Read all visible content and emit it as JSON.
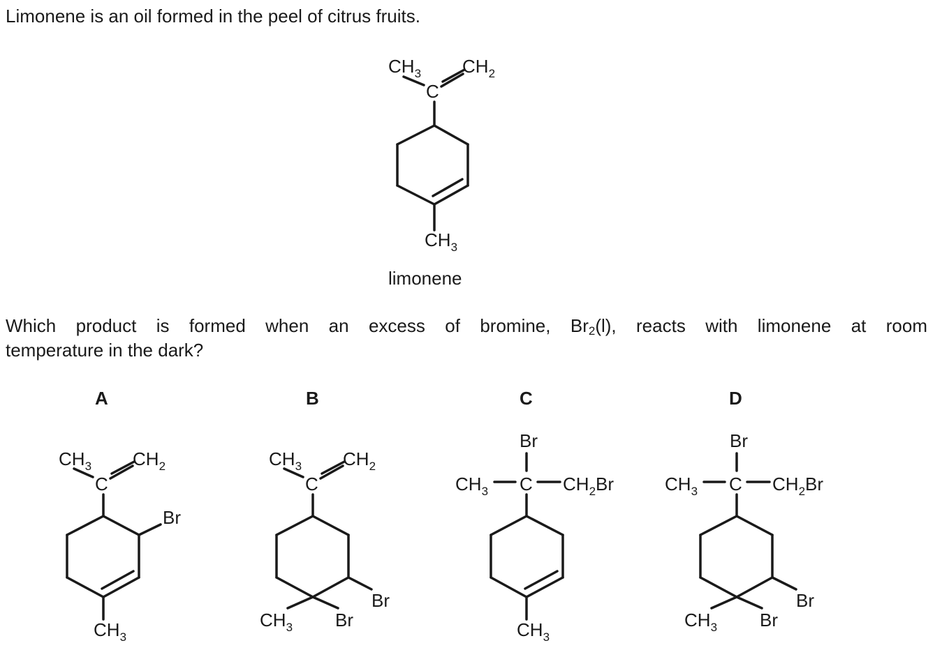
{
  "intro": "Limonene is an oil formed in the peel of citrus fruits.",
  "question": {
    "line1_before": "Which product is formed when an excess of bromine, Br",
    "line1_sub": "2",
    "line1_after": "(l), reacts with limonene at room",
    "line2": "temperature in the dark?"
  },
  "limonene": {
    "caption": "limonene",
    "ch3": "CH",
    "ch2": "CH",
    "c": "C",
    "ch3_bottom": "CH",
    "sub3": "3",
    "sub2": "2"
  },
  "options": [
    {
      "label": "A",
      "ch3": "CH",
      "ch2": "CH",
      "c": "C",
      "br": "Br",
      "ch3_bottom": "CH",
      "sub3": "3",
      "sub2": "2"
    },
    {
      "label": "B",
      "ch3": "CH",
      "ch2": "CH",
      "c": "C",
      "br1": "Br",
      "br2": "Br",
      "ch3_bottom": "CH",
      "sub3": "3",
      "sub2": "2"
    },
    {
      "label": "C",
      "br": "Br",
      "ch3": "CH",
      "c": "C",
      "ch2br_a": "CH",
      "ch2br_b": "Br",
      "ch3_bottom": "CH",
      "sub3": "3",
      "sub2": "2"
    },
    {
      "label": "D",
      "br": "Br",
      "ch3": "CH",
      "c": "C",
      "ch2br_a": "CH",
      "ch2br_b": "Br",
      "br_ring1": "Br",
      "br_ring2": "Br",
      "ch3_bottom": "CH",
      "sub3": "3",
      "sub2": "2"
    }
  ]
}
